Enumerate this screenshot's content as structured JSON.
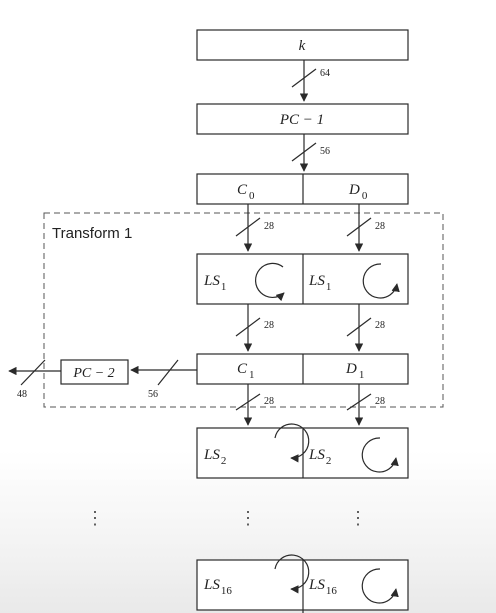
{
  "diagram": {
    "key_label": "k",
    "pc1_label": "PC − 1",
    "pc2_label": "PC − 2",
    "transform_label": "Transform 1",
    "c0": {
      "base": "C",
      "sub": "0"
    },
    "d0": {
      "base": "D",
      "sub": "0"
    },
    "c1": {
      "base": "C",
      "sub": "1"
    },
    "d1": {
      "base": "D",
      "sub": "1"
    },
    "ls1": {
      "base": "LS",
      "sub": "1"
    },
    "ls2": {
      "base": "LS",
      "sub": "2"
    },
    "ls16": {
      "base": "LS",
      "sub": "16"
    },
    "bits": {
      "k_to_pc1": "64",
      "pc1_to_cd0": "56",
      "cd0_to_ls1_left": "28",
      "cd0_to_ls1_right": "28",
      "ls1_to_cd1_left": "28",
      "ls1_to_cd1_right": "28",
      "cd1_to_pc2": "56",
      "pc2_out": "48",
      "cd1_to_ls2_left": "28",
      "cd1_to_ls2_right": "28"
    },
    "ellipsis": "⋮"
  }
}
